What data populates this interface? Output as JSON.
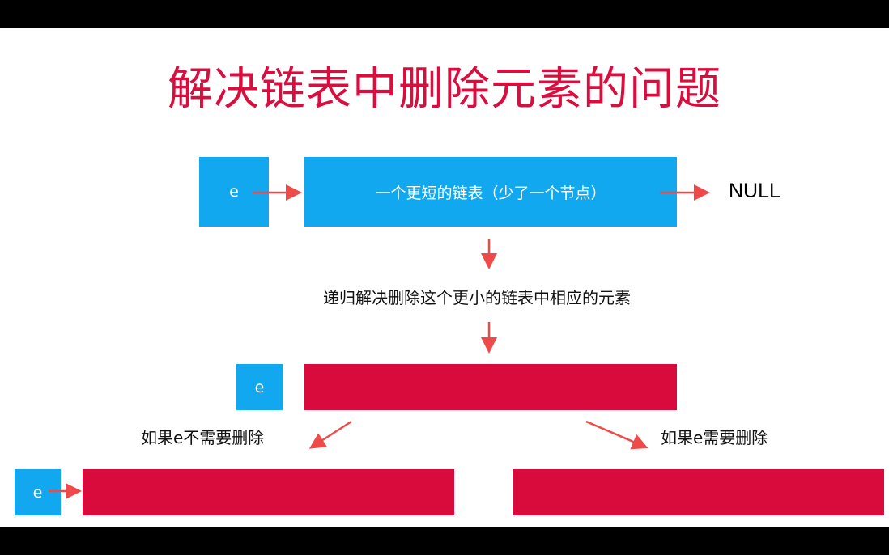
{
  "title": "解决链表中删除元素的问题",
  "top_row": {
    "head_label": "e",
    "rest_label": "一个更短的链表（少了一个节点）",
    "null_label": "NULL"
  },
  "step_text": "递归解决删除这个更小的链表中相应的元素",
  "middle_row": {
    "head_label": "e"
  },
  "branch_left": {
    "caption": "如果e不需要删除",
    "head_label": "e"
  },
  "branch_right": {
    "caption": "如果e需要删除"
  },
  "colors": {
    "title": "#d90d3e",
    "node_blue": "#12a8f0",
    "node_red": "#d90b3c",
    "arrow": "#ef4a4a"
  }
}
